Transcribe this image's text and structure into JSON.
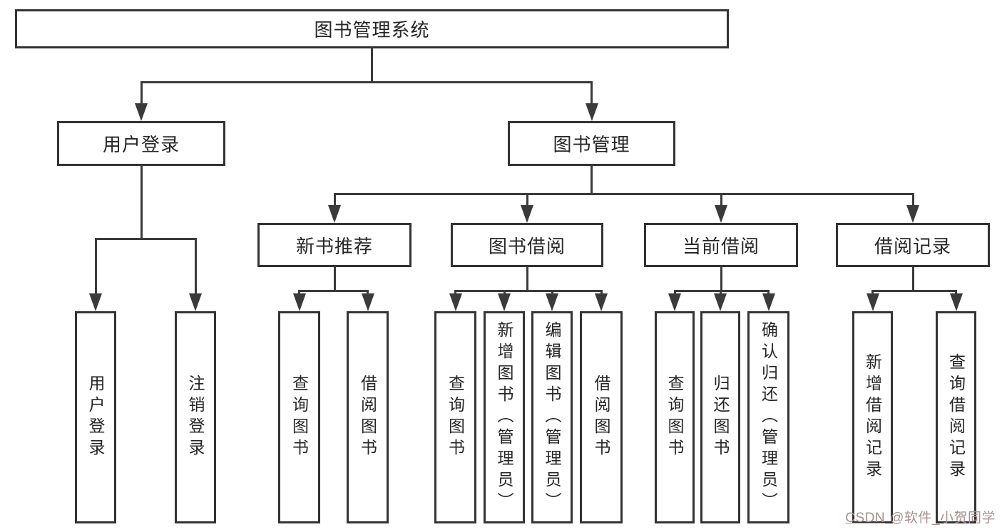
{
  "diagram_title": "图书管理系统",
  "nodes": [
    {
      "id": "root",
      "label": "图书管理系统",
      "parent": null,
      "orientation": "horizontal"
    },
    {
      "id": "user-login",
      "label": "用户登录",
      "parent": "root",
      "orientation": "horizontal"
    },
    {
      "id": "book-mgmt",
      "label": "图书管理",
      "parent": "root",
      "orientation": "horizontal"
    },
    {
      "id": "new-books",
      "label": "新书推荐",
      "parent": "book-mgmt",
      "orientation": "horizontal"
    },
    {
      "id": "book-borrow",
      "label": "图书借阅",
      "parent": "book-mgmt",
      "orientation": "horizontal"
    },
    {
      "id": "current-borrow",
      "label": "当前借阅",
      "parent": "book-mgmt",
      "orientation": "horizontal"
    },
    {
      "id": "borrow-records",
      "label": "借阅记录",
      "parent": "book-mgmt",
      "orientation": "horizontal"
    },
    {
      "id": "user-login-leaf",
      "label": "用户登录",
      "parent": "user-login",
      "orientation": "vertical"
    },
    {
      "id": "logout",
      "label": "注销登录",
      "parent": "user-login",
      "orientation": "vertical"
    },
    {
      "id": "query-books-1",
      "label": "查询图书",
      "parent": "new-books",
      "orientation": "vertical"
    },
    {
      "id": "borrow-books-1",
      "label": "借阅图书",
      "parent": "new-books",
      "orientation": "vertical"
    },
    {
      "id": "query-books-2",
      "label": "查询图书",
      "parent": "book-borrow",
      "orientation": "vertical"
    },
    {
      "id": "add-books",
      "label": "新增图书（管理员）",
      "parent": "book-borrow",
      "orientation": "vertical"
    },
    {
      "id": "edit-books",
      "label": "编辑图书（管理员）",
      "parent": "book-borrow",
      "orientation": "vertical"
    },
    {
      "id": "borrow-books-2",
      "label": "借阅图书",
      "parent": "book-borrow",
      "orientation": "vertical"
    },
    {
      "id": "query-books-3",
      "label": "查询图书",
      "parent": "current-borrow",
      "orientation": "vertical"
    },
    {
      "id": "return-books",
      "label": "归还图书",
      "parent": "current-borrow",
      "orientation": "vertical"
    },
    {
      "id": "confirm-return",
      "label": "确认归还（管理员）",
      "parent": "current-borrow",
      "orientation": "vertical"
    },
    {
      "id": "add-borrow-record",
      "label": "新增借阅记录",
      "parent": "borrow-records",
      "orientation": "vertical"
    },
    {
      "id": "query-borrow-record",
      "label": "查询借阅记录",
      "parent": "borrow-records",
      "orientation": "vertical"
    }
  ],
  "watermark": {
    "prefix": "CSDN",
    "handle": "@软件_小贺同学",
    "full_text": "CSDN @软件_小贺同学"
  },
  "colors": {
    "line": "#3a3a3a",
    "border": "#333333",
    "text": "#262626",
    "watermark": "#a5918e",
    "background": "#ffffff"
  }
}
